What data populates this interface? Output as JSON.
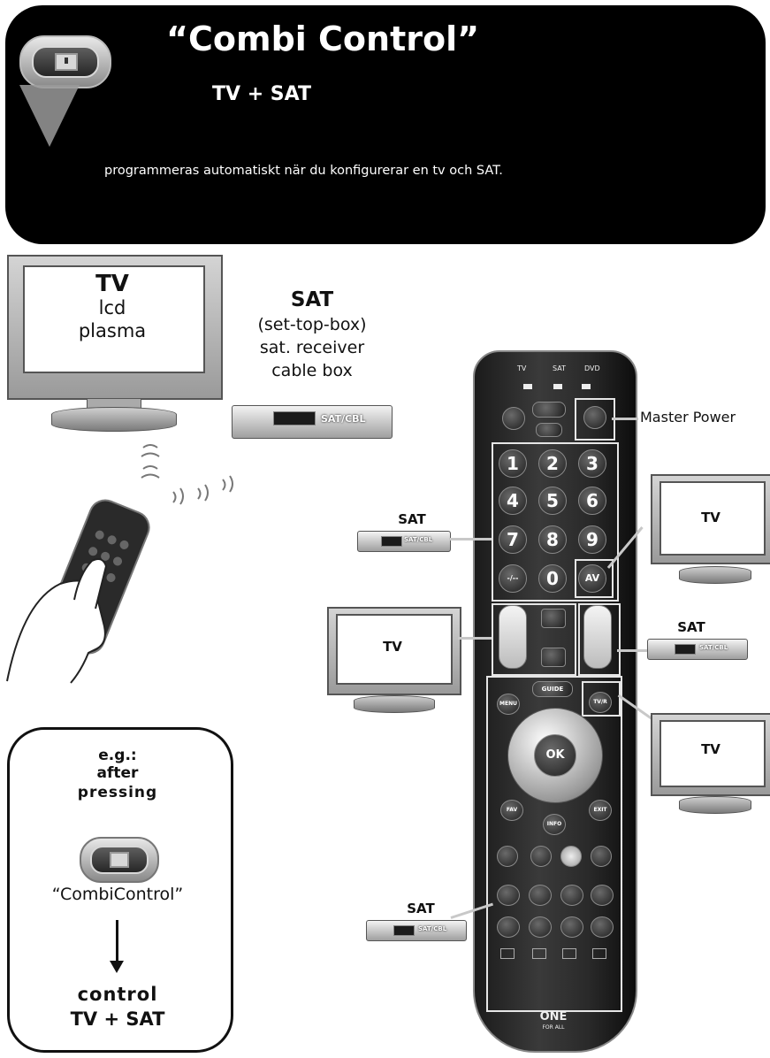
{
  "header": {
    "title": "“Combi Control”",
    "subtitle": "TV + SAT",
    "description": "programmeras automatiskt när du konfigurerar en tv och SAT."
  },
  "tv_main": {
    "title": "TV",
    "line1": "lcd",
    "line2": "plasma"
  },
  "sat_main": {
    "title": "SAT",
    "line1": "(set-top-box)",
    "line2": "sat. receiver",
    "line3": "cable box",
    "box_label": "SAT/CBL"
  },
  "remote": {
    "mode_tabs": [
      "TV",
      "SAT",
      "DVD"
    ],
    "number_keys": [
      "1",
      "2",
      "3",
      "4",
      "5",
      "6",
      "7",
      "8",
      "9",
      "-/--",
      "0",
      "AV"
    ],
    "ok_label": "OK",
    "guide_label": "GUIDE",
    "menu_label": "MENU",
    "tvr_label": "TV/R",
    "fav_label": "FAV",
    "info_label": "INFO",
    "exit_label": "EXIT",
    "brand_line1": "ONE",
    "brand_line2": "FOR ALL"
  },
  "callouts": {
    "master_power": "Master Power",
    "tv_right_top": "TV",
    "tv_right_bottom": "TV",
    "tv_left": "TV",
    "sat_numbers": "SAT",
    "sat_numbers_box": "SAT/CBL",
    "sat_volume": "SAT",
    "sat_volume_box": "SAT/CBL",
    "sat_bottom": "SAT",
    "sat_bottom_box": "SAT/CBL"
  },
  "example": {
    "line1": "e.g.:",
    "line2": "after",
    "line3": "pressing",
    "button_name": "“CombiControl”",
    "line4": "control",
    "line5": "TV + SAT"
  }
}
